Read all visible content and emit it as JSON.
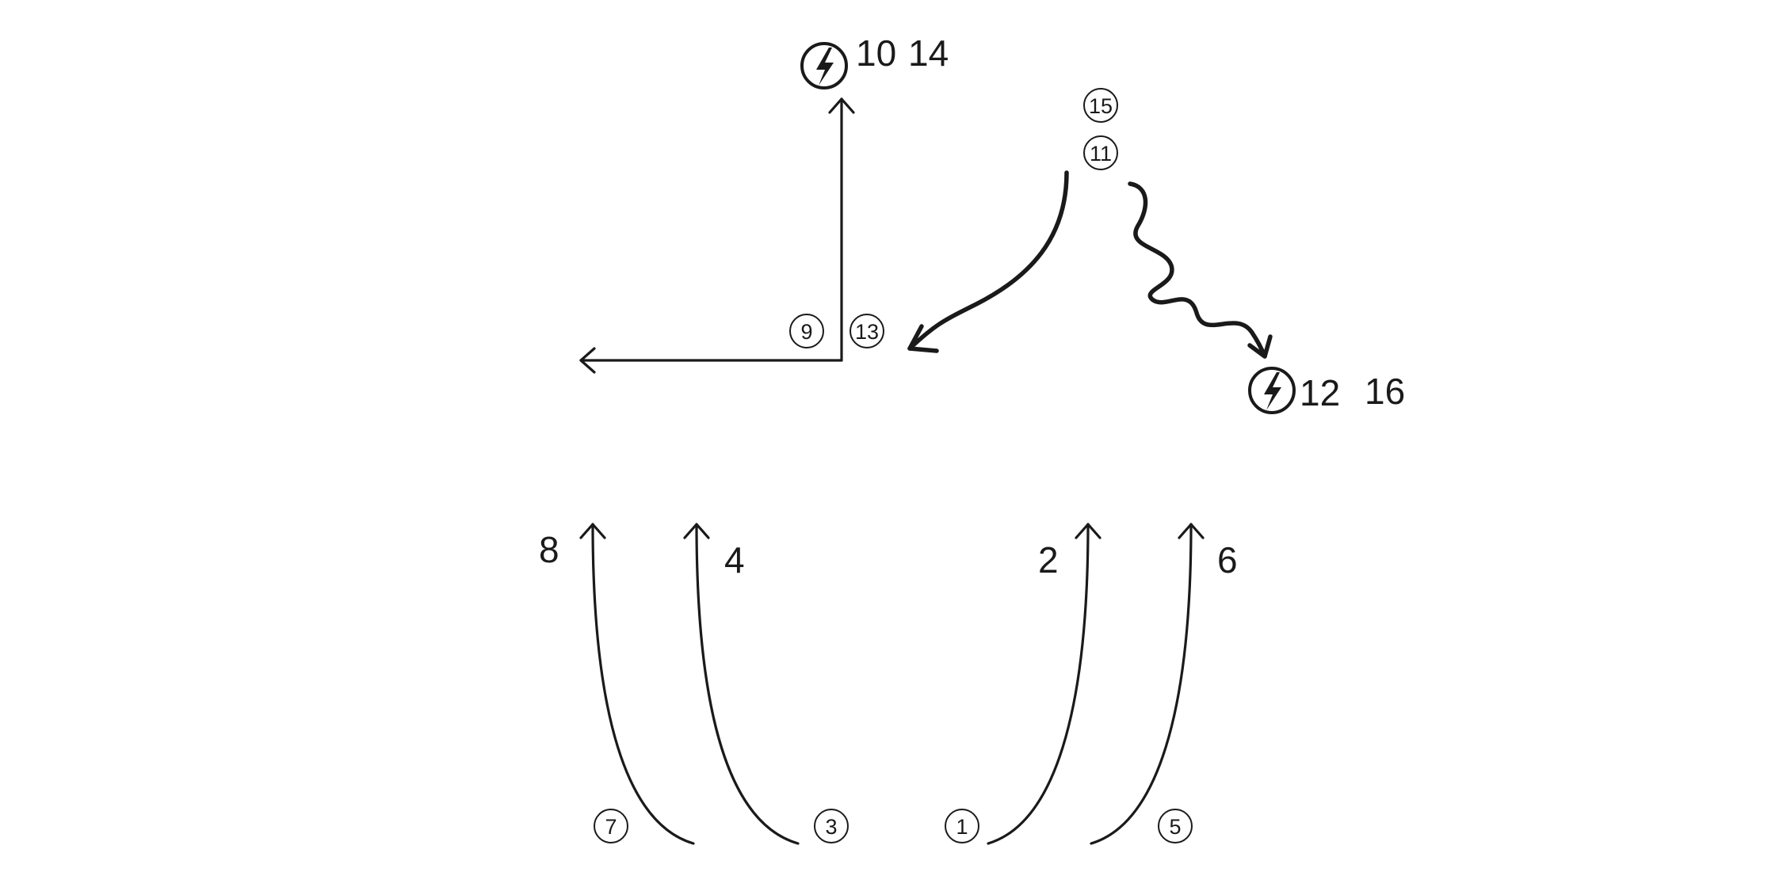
{
  "plain_labels": {
    "lbl_10": "10",
    "lbl_14": "14",
    "lbl_12": "12",
    "lbl_16": "16",
    "lbl_8": "8",
    "lbl_4": "4",
    "lbl_2": "2",
    "lbl_6": "6"
  },
  "circled_labels": {
    "c15": "15",
    "c11": "11",
    "c9": "9",
    "c13": "13",
    "c7": "7",
    "c3": "3",
    "c1": "1",
    "c5": "5"
  },
  "icons": [
    "lightning-circle-icon",
    "lightning-circle-icon"
  ]
}
